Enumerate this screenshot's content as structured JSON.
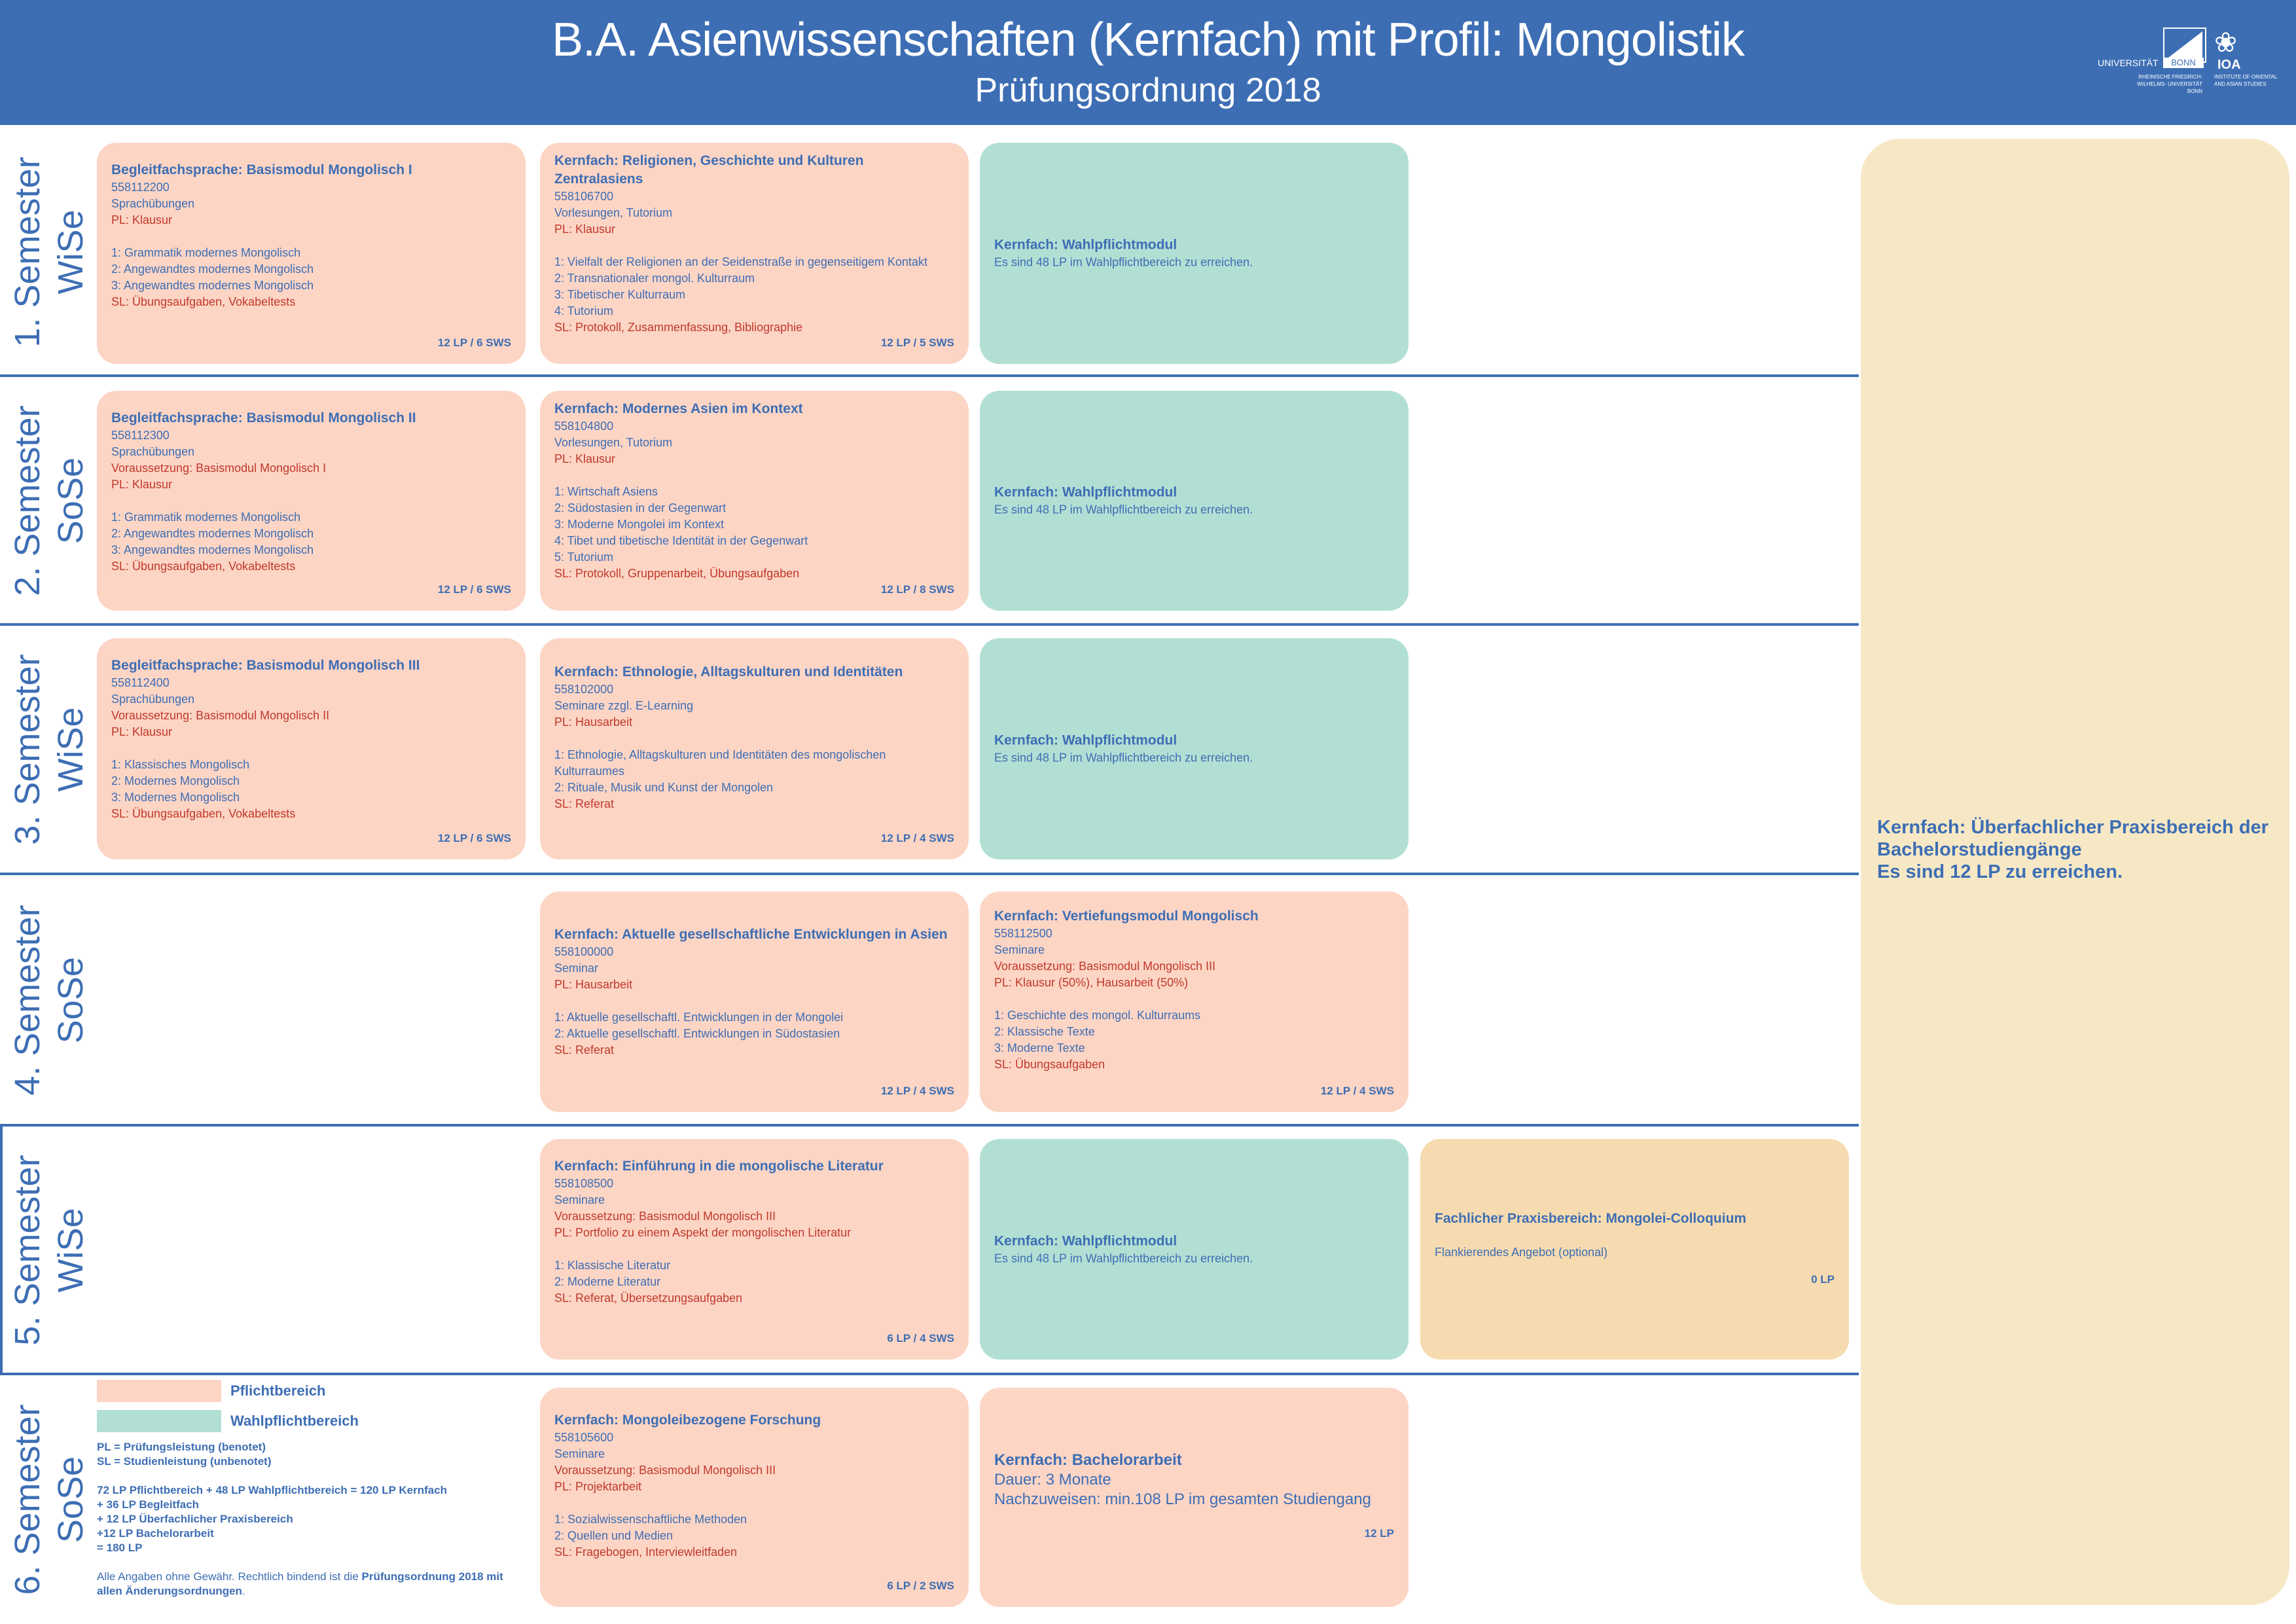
{
  "header": {
    "title": "B.A. Asienwissenschaften (Kernfach) mit Profil: Mongolistik",
    "subtitle": "Prüfungsordnung 2018",
    "logo": {
      "universitaet": "UNIVERSITÄT",
      "bonn": "BONN",
      "ioa": "IOA",
      "small_left": "RHEINISCHE FRIEDRICH-WILHELMS- UNIVERSITÄT BONN",
      "small_right": "INSTITUTE OF ORIENTAL AND ASIAN STUDIES"
    }
  },
  "semesters": [
    {
      "line1": "1. Semester",
      "line2": "WiSe"
    },
    {
      "line1": "2. Semester",
      "line2": "SoSe"
    },
    {
      "line1": "3. Semester",
      "line2": "WiSe"
    },
    {
      "line1": "4. Semester",
      "line2": "SoSe"
    },
    {
      "line1": "5. Semester",
      "line2": "WiSe"
    },
    {
      "line1": "6. Semester",
      "line2": "SoSe"
    }
  ],
  "cards": {
    "s1a": {
      "title": "Begleitfachsprache: Basismodul Mongolisch I",
      "code": "558112200",
      "type": "Sprachübungen",
      "pl": "PL: Klausur",
      "items": [
        "1: Grammatik modernes Mongolisch",
        "2: Angewandtes modernes Mongolisch",
        "3: Angewandtes modernes Mongolisch"
      ],
      "sl": "SL: Übungsaufgaben, Vokabeltests",
      "lp": "12 LP / 6 SWS"
    },
    "s1b": {
      "title": "Kernfach: Religionen, Geschichte und Kulturen Zentralasiens",
      "code": "558106700",
      "type": "Vorlesungen, Tutorium",
      "pl": "PL: Klausur",
      "items": [
        "1: Vielfalt der Religionen an der Seidenstraße in gegenseitigem Kontakt",
        "2: Transnationaler mongol. Kulturraum",
        "3: Tibetischer Kulturraum",
        "4: Tutorium"
      ],
      "sl": "SL: Protokoll, Zusammenfassung, Bibliographie",
      "lp": "12 LP / 5 SWS"
    },
    "wp": {
      "title": "Kernfach: Wahlpflichtmodul",
      "text": "Es sind 48 LP im Wahlpflichtbereich zu erreichen."
    },
    "s2a": {
      "title": "Begleitfachsprache: Basismodul Mongolisch II",
      "code": "558112300",
      "type": "Sprachübungen",
      "req": "Voraussetzung: Basismodul Mongolisch I",
      "pl": "PL: Klausur",
      "items": [
        "1: Grammatik modernes Mongolisch",
        "2: Angewandtes modernes Mongolisch",
        "3: Angewandtes modernes Mongolisch"
      ],
      "sl": "SL: Übungsaufgaben, Vokabeltests",
      "lp": "12 LP / 6 SWS"
    },
    "s2b": {
      "title": "Kernfach: Modernes Asien im Kontext",
      "code": "558104800",
      "type": "Vorlesungen, Tutorium",
      "pl": "PL: Klausur",
      "items": [
        "1: Wirtschaft Asiens",
        "2: Südostasien in der Gegenwart",
        "3: Moderne Mongolei im Kontext",
        "4: Tibet und tibetische Identität in der Gegenwart",
        "5: Tutorium"
      ],
      "sl": "SL: Protokoll, Gruppenarbeit, Übungsaufgaben",
      "lp": "12 LP / 8 SWS"
    },
    "s3a": {
      "title": "Begleitfachsprache: Basismodul Mongolisch III",
      "code": "558112400",
      "type": "Sprachübungen",
      "req": "Voraussetzung: Basismodul Mongolisch II",
      "pl": "PL: Klausur",
      "items": [
        "1: Klassisches Mongolisch",
        "2: Modernes Mongolisch",
        "3: Modernes Mongolisch"
      ],
      "sl": "SL: Übungsaufgaben, Vokabeltests",
      "lp": "12 LP / 6 SWS"
    },
    "s3b": {
      "title": "Kernfach: Ethnologie, Alltagskulturen und Identitäten",
      "code": "558102000",
      "type": "Seminare zzgl. E-Learning",
      "pl": "PL: Hausarbeit",
      "items": [
        "1: Ethnologie, Alltagskulturen und Identitäten des mongolischen Kulturraumes",
        "2: Rituale, Musik und Kunst der Mongolen"
      ],
      "sl": "SL: Referat",
      "lp": "12 LP / 4 SWS"
    },
    "s4b": {
      "title": "Kernfach: Aktuelle gesellschaftliche Entwicklungen in Asien",
      "code": "558100000",
      "type": "Seminar",
      "pl": "PL: Hausarbeit",
      "items": [
        "1: Aktuelle gesellschaftl. Entwicklungen in der Mongolei",
        "2: Aktuelle gesellschaftl. Entwicklungen in Südostasien"
      ],
      "sl": "SL: Referat",
      "lp": "12 LP / 4 SWS"
    },
    "s4c": {
      "title": "Kernfach: Vertiefungsmodul Mongolisch",
      "code": "558112500",
      "type": "Seminare",
      "req": "Voraussetzung: Basismodul Mongolisch III",
      "pl": "PL: Klausur (50%), Hausarbeit (50%)",
      "items": [
        "1: Geschichte des mongol. Kulturraums",
        "2: Klassische Texte",
        "3: Moderne Texte"
      ],
      "sl": "SL: Übungsaufgaben",
      "lp": "12 LP / 4 SWS"
    },
    "s5b": {
      "title": "Kernfach: Einführung in die mongolische Literatur",
      "code": "558108500",
      "type": "Seminare",
      "req": "Voraussetzung: Basismodul Mongolisch III",
      "pl": "PL: Portfolio zu einem Aspekt der mongolischen Literatur",
      "items": [
        "1: Klassische Literatur",
        "2: Moderne Literatur"
      ],
      "sl": "SL:  Referat, Übersetzungsaufgaben",
      "lp": "6 LP / 4 SWS"
    },
    "s5d": {
      "title": "Fachlicher Praxisbereich: Mongolei-Colloquium",
      "text": "Flankierendes Angebot (optional)",
      "lp": "0 LP"
    },
    "s6b": {
      "title": "Kernfach: Mongoleibezogene Forschung",
      "code": "558105600",
      "type": "Seminare",
      "req": "Voraussetzung: Basismodul Mongolisch III",
      "pl": "PL: Projektarbeit",
      "items": [
        "1: Sozialwissenschaftliche Methoden",
        "2: Quellen und Medien"
      ],
      "sl": "SL:  Fragebogen, Interviewleitfaden",
      "lp": "6 LP / 2 SWS"
    },
    "s6c": {
      "title": "Kernfach: Bachelorarbeit",
      "line1": "Dauer: 3 Monate",
      "line2": "Nachzuweisen: min.108 LP im gesamten Studiengang",
      "lp": "12 LP"
    }
  },
  "praxis": {
    "line1": "Kernfach: Überfachlicher Praxisbereich der Bachelorstudiengänge",
    "line2": "Es sind 12 LP zu erreichen."
  },
  "legend": {
    "pflicht": "Pflichtbereich",
    "wahlpflicht": "Wahlpflichtbereich",
    "pl_note": "PL = Prüfungsleistung (benotet)",
    "sl_note": "SL = Studienleistung (unbenotet)",
    "sum": [
      "72 LP Pflichtbereich + 48 LP Wahlpflichtbereich = 120 LP Kernfach",
      "+ 36 LP Begleitfach",
      "+ 12 LP Überfachlicher Praxisbereich",
      "+12 LP Bachelorarbeit",
      "= 180 LP"
    ],
    "disclaimer_a": "Alle Angaben ohne Gewähr. Rechtlich bindend ist die",
    "disclaimer_b": "Prüfungsordnung 2018 mit allen Änderungsordnungen",
    "disclaimer_c": "."
  },
  "colors": {
    "blue": "#3d6eb4",
    "pflicht": "#fdd5c5",
    "wahlpflicht": "#b2dfd4",
    "praxis": "#f7e8c5",
    "red": "#c0392b"
  }
}
